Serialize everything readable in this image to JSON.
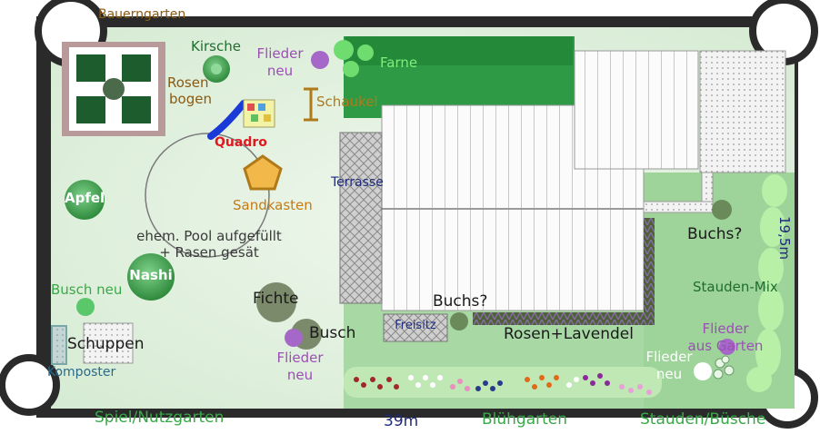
{
  "colors": {
    "lawn": "#d9ecd7",
    "lawn_light": "#e6f2e3",
    "green_dark": "#1f6e2e",
    "green_mid": "#3aa04e",
    "green_label": "#3aa848",
    "brown_label": "#8a5a12",
    "navy_label": "#1f2b7a",
    "purple_label": "#9b4fb5",
    "red_label": "#e0191f",
    "orange_label": "#c77a12"
  },
  "labels": {
    "bauerngarten": "Bauerngarten",
    "kirsche": "Kirsche",
    "rosenbogen_1": "Rosen",
    "rosenbogen_2": "bogen",
    "flieder_neu_top_1": "Flieder",
    "flieder_neu_top_2": "neu",
    "farne": "Farne",
    "schaukel": "Schaukel",
    "quadro": "Quadro",
    "sandkasten": "Sandkasten",
    "terrasse": "Terrasse",
    "apfel": "Apfel",
    "pool_1": "ehem. Pool aufgefüllt",
    "pool_2": "+ Rasen gesät",
    "nashi": "Nashi",
    "busch_neu": "Busch neu",
    "fichte": "Fichte",
    "busch": "Busch",
    "flieder_neu_bottom_1": "Flieder",
    "flieder_neu_bottom_2": "neu",
    "schuppen": "Schuppen",
    "komposter": "Komposter",
    "freisitz": "Freisitz",
    "buchs_1": "Buchs?",
    "buchs_2": "Buchs?",
    "rosen_lavendel": "Rosen+Lavendel",
    "stauden_mix": "Stauden-Mix",
    "flieder_aus_garten_1": "Flieder",
    "flieder_aus_garten_2": "aus Garten",
    "flieder_neu_right_1": "Flieder",
    "flieder_neu_right_2": "neu",
    "width_dimension": "19,5m",
    "length_dimension": "39m",
    "zone_spiel": "Spiel/Nutzgarten",
    "zone_bluehgarten": "Blühgarten",
    "zone_stauden": "Stauden/Büsche"
  }
}
